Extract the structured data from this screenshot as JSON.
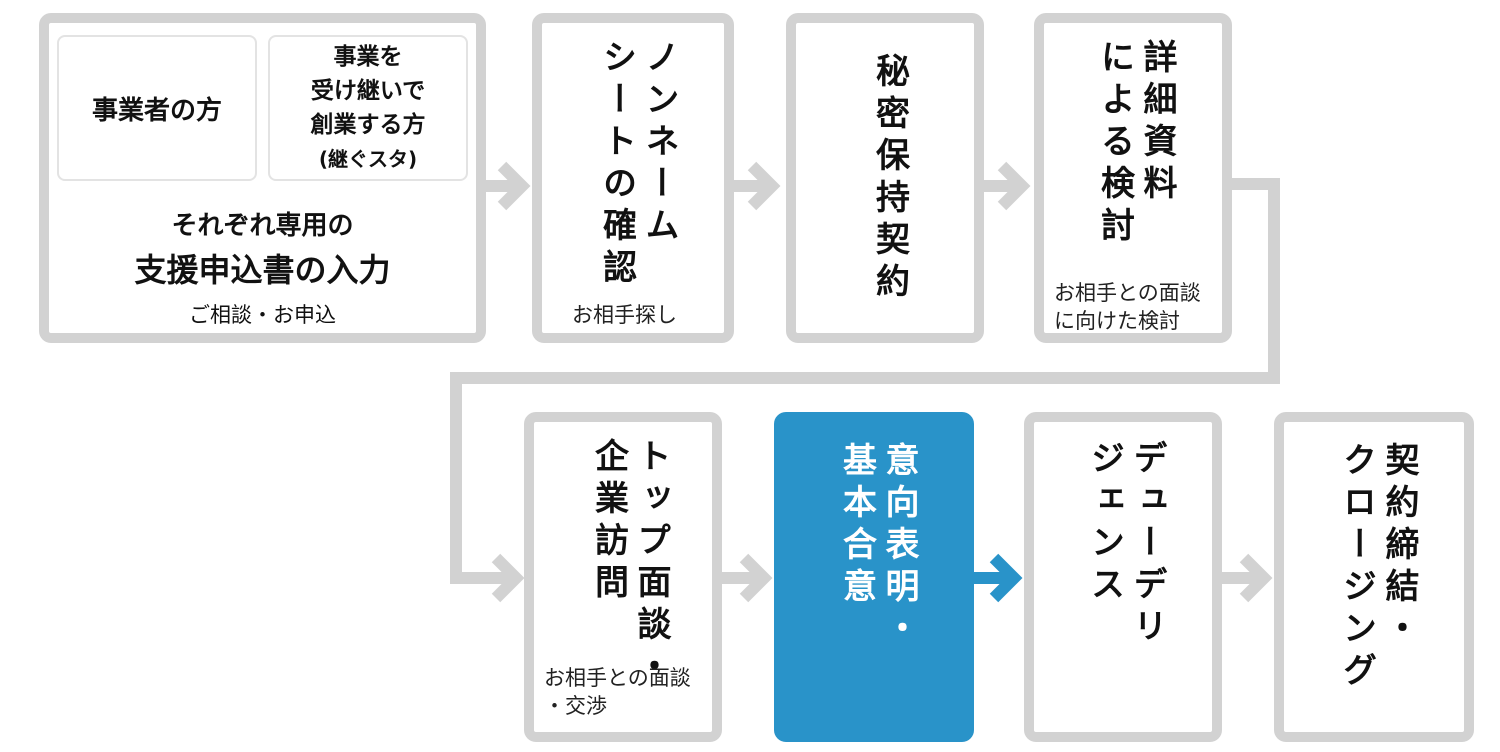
{
  "colors": {
    "card_border": "#d2d2d2",
    "accent": "#2993c9",
    "arrow": "#d2d2d2",
    "arrow_active": "#2993c9"
  },
  "step1": {
    "option_owner": "事業者の方",
    "option_successor_lines": [
      "事業を",
      "受け継いで",
      "創業する方",
      "(継ぐスタ)"
    ],
    "title_line1": "それぞれ専用の",
    "title_line2": "支援申込書の入力",
    "note": "ご相談・お申込"
  },
  "step2": {
    "title": "ノンネーム\nシートの確認",
    "note": "お相手探し"
  },
  "step3": {
    "title": "秘密保持契約"
  },
  "step4": {
    "title": "詳細資料\nによる検討",
    "note": "お相手との面談\nに向けた検討"
  },
  "step5": {
    "title": "トップ面談・\n企業訪問",
    "note": "お相手との面談\n・交渉"
  },
  "step6": {
    "title": "意向表明・\n基本合意"
  },
  "step7": {
    "title": "デューデリ\nジェンス"
  },
  "step8": {
    "title": "契約締結・\nクロージング"
  }
}
